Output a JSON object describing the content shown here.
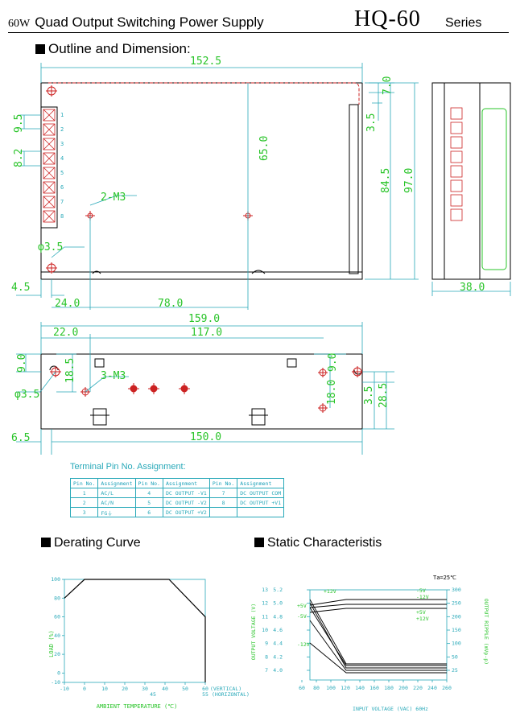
{
  "header": {
    "wattage": "60W",
    "product_title": "Quad Output Switching Power Supply",
    "model": "HQ-60",
    "series": "Series"
  },
  "sections": {
    "outline": "Outline and Dimension:",
    "derating": "Derating Curve",
    "static": "Static Characteristis"
  },
  "dimensions": {
    "top_view": {
      "width_152_5": "152.5",
      "d_7_0": "7.0",
      "d_3_5": "3.5",
      "d_65_0": "65.0",
      "d_84_5": "84.5",
      "d_97_0": "97.0",
      "d_9_5": "9.5",
      "d_8_2": "8.2",
      "mount_2m3": "2-M3",
      "hole_dia": "φ3.5",
      "d_4_5": "4.5",
      "d_24_0": "24.0",
      "d_78_0": "78.0",
      "d_159_0": "159.0"
    },
    "side_view": {
      "d_38_0": "38.0"
    },
    "bottom_view": {
      "d_22_0": "22.0",
      "d_117_0": "117.0",
      "d_9_0_left": "9.0",
      "d_18_5": "18.5",
      "mount_3m3": "3-M3",
      "hole_dia": "φ3.5",
      "d_9_0_right": "9.0",
      "d_18_0": "18.0",
      "d_3_5": "3.5",
      "d_28_5": "28.5",
      "d_6_5": "6.5",
      "d_150_0": "150.0"
    },
    "terminal_numbers": [
      "1",
      "2",
      "3",
      "4",
      "5",
      "6",
      "7",
      "8"
    ]
  },
  "terminal_table": {
    "title": "Terminal Pin No. Assignment:",
    "headers": [
      "Pin No.",
      "Assignment",
      "Pin No.",
      "Assignment",
      "Pin No.",
      "Assignment"
    ],
    "rows": [
      [
        "1",
        "AC/L",
        "4",
        "DC OUTPUT -V1",
        "7",
        "DC OUTPUT COM"
      ],
      [
        "2",
        "AC/N",
        "5",
        "DC OUTPUT -V2",
        "8",
        "DC OUTPUT +V1"
      ],
      [
        "3",
        "FG⏚",
        "6",
        "DC OUTPUT +V2",
        "",
        ""
      ]
    ]
  },
  "derating_chart": {
    "type": "line",
    "x_ticks_vertical": [
      "-10",
      "0",
      "10",
      "20",
      "30",
      "40",
      "50",
      "60"
    ],
    "x_ticks_horizontal": [
      "45",
      "55"
    ],
    "x_tick_suffix_vertical": "(VERTICAL)",
    "x_tick_suffix_horizontal": "(HORIZONTAL)",
    "xlabel": "AMBIENT TEMPERATURE (℃)",
    "ylabel": "LOAD (%)",
    "y_ticks": [
      "100",
      "80",
      "60",
      "40",
      "20",
      "0",
      "-10"
    ],
    "x": [
      -10,
      0,
      42,
      60,
      60
    ],
    "y": [
      80,
      100,
      100,
      60,
      -10
    ],
    "xlim": [
      -10,
      60
    ],
    "ylim": [
      -10,
      100
    ]
  },
  "static_chart": {
    "type": "line",
    "ta_label": "Ta=25℃",
    "xlabel": "INPUT VOLTAGE (VAC) 60Hz",
    "ylabel_left": "OUTPUT VOLTAGE (V)",
    "ylabel_right": "OUTPUT RIPPLE (mVp-p)",
    "x_ticks": [
      "60",
      "80",
      "100",
      "120",
      "140",
      "160",
      "180",
      "200",
      "220",
      "240",
      "260"
    ],
    "y_left_outer": [
      "13",
      "12",
      "11",
      "10",
      "9",
      "8",
      "7"
    ],
    "y_left_inner": [
      "5.2",
      "5.0",
      "4.8",
      "4.6",
      "4.4",
      "4.2",
      "4.0"
    ],
    "y_right": [
      "300",
      "250",
      "200",
      "150",
      "100",
      "50",
      "25"
    ],
    "series_labels": [
      "+12V",
      "+5V",
      "-5V",
      "-12V",
      "-5V",
      "-12V",
      "+5V",
      "+12V"
    ],
    "xlim": [
      60,
      260
    ]
  },
  "colors": {
    "drawing": "#000000",
    "dimension": "#29c429",
    "dim_lines": "#29a9b9",
    "terminal": "#cc2222",
    "curve": "#000000",
    "gridline": "#29a9b9"
  }
}
